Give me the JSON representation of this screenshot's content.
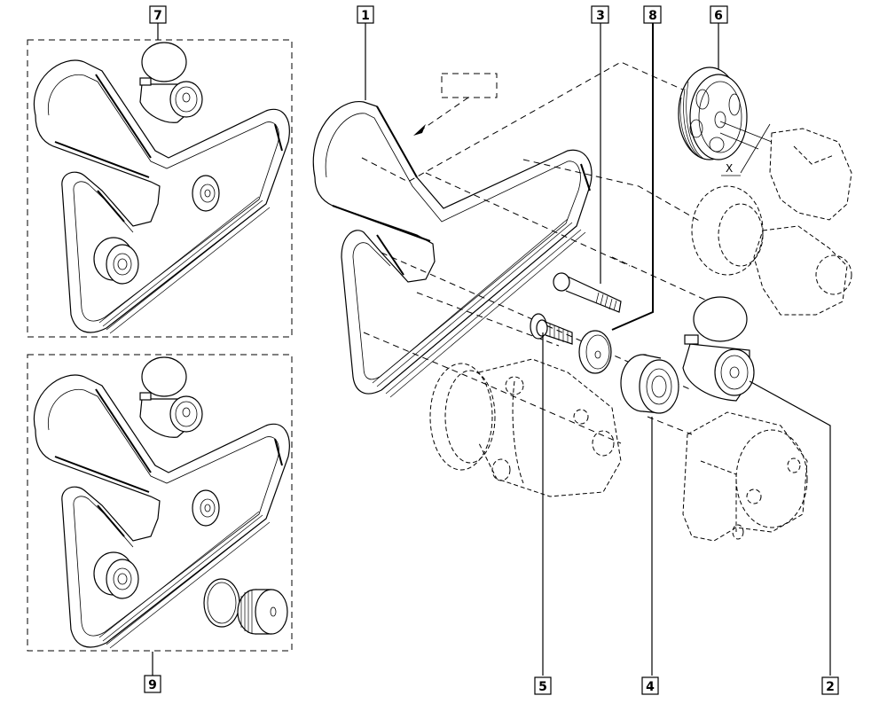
{
  "diagram": {
    "title": "Accessory drive belt assembly — exploded view",
    "line_color": "#000000",
    "background": "#ffffff",
    "callouts": [
      {
        "id": "1",
        "label": "1",
        "part": "accessory-drive-belt"
      },
      {
        "id": "2",
        "label": "2",
        "part": "belt-tensioner"
      },
      {
        "id": "3",
        "label": "3",
        "part": "tensioner-bolt"
      },
      {
        "id": "4",
        "label": "4",
        "part": "idler-pulley"
      },
      {
        "id": "5",
        "label": "5",
        "part": "idler-pulley-bolt"
      },
      {
        "id": "6",
        "label": "6",
        "part": "crankshaft-pulley"
      },
      {
        "id": "7",
        "label": "7",
        "part": "belt-kit"
      },
      {
        "id": "8",
        "label": "8",
        "part": "washer"
      },
      {
        "id": "9",
        "label": "9",
        "part": "belt-kit-with-alternator-pulley"
      }
    ],
    "dimension_label": "X",
    "note_box": ""
  }
}
